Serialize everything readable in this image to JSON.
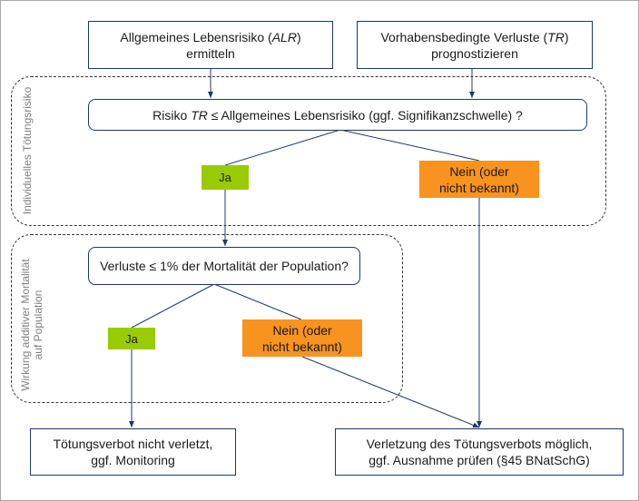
{
  "nodes": {
    "alr": {
      "line1_pre": "Allgemeines Lebensrisiko (",
      "line1_it": "ALR",
      "line1_post": ")",
      "line2": "ermitteln"
    },
    "tr": {
      "line1_pre": "Vorhabensbedingte Verluste (",
      "line1_it": "TR",
      "line1_post": ")",
      "line2": "prognostizieren"
    },
    "q1": {
      "pre": "Risiko ",
      "it": "TR",
      "post": " ≤ Allgemeines Lebensrisiko (ggf. Signifikanzschwelle) ?"
    },
    "q2": {
      "text": "Verluste ≤ 1% der Mortalität der Population?"
    },
    "ja1": "Ja",
    "nein1": {
      "line1": "Nein (oder",
      "line2": "nicht bekannt)"
    },
    "ja2": "Ja",
    "nein2": {
      "line1": "Nein (oder",
      "line2": "nicht bekannt)"
    },
    "result_ok": {
      "line1": "Tötungsverbot nicht verletzt,",
      "line2": "ggf. Monitoring"
    },
    "result_violation": {
      "line1": "Verletzung des Tötungsverbots möglich,",
      "line2": "ggf. Ausnahme prüfen (§45 BNatSchG)"
    }
  },
  "groups": {
    "individual": {
      "label": "Individuelles Tötungsrisiko"
    },
    "population": {
      "label_line1": "Wirkung additiver Mortalität",
      "label_line2": "auf Population"
    }
  },
  "colors": {
    "box_border": "#1f3864",
    "connector": "#1f3864",
    "yes_fill": "#99cc00",
    "no_fill": "#f7931e",
    "group_border": "#333333",
    "group_label": "#808080"
  }
}
